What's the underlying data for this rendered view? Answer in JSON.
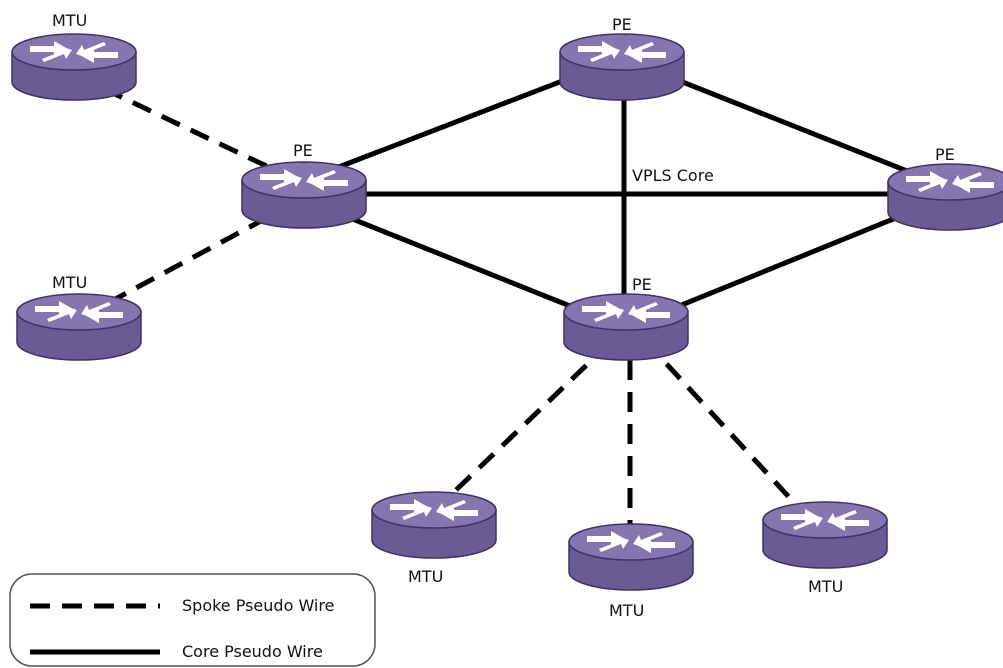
{
  "diagram": {
    "center_label": "VPLS Core",
    "routers": [
      {
        "id": "mtu-top-left",
        "label": "MTU",
        "role": "MTU"
      },
      {
        "id": "pe-left",
        "label": "PE",
        "role": "PE"
      },
      {
        "id": "mtu-mid-left",
        "label": "MTU",
        "role": "MTU"
      },
      {
        "id": "pe-top",
        "label": "PE",
        "role": "PE"
      },
      {
        "id": "pe-right",
        "label": "PE",
        "role": "PE"
      },
      {
        "id": "pe-bottom",
        "label": "PE",
        "role": "PE"
      },
      {
        "id": "mtu-bottom-left",
        "label": "MTU",
        "role": "MTU"
      },
      {
        "id": "mtu-bottom-center",
        "label": "MTU",
        "role": "MTU"
      },
      {
        "id": "mtu-bottom-right",
        "label": "MTU",
        "role": "MTU"
      }
    ],
    "links": [
      {
        "from": "pe-left",
        "to": "pe-top",
        "type": "core"
      },
      {
        "from": "pe-left",
        "to": "pe-right",
        "type": "core"
      },
      {
        "from": "pe-left",
        "to": "pe-bottom",
        "type": "core"
      },
      {
        "from": "pe-top",
        "to": "pe-right",
        "type": "core"
      },
      {
        "from": "pe-top",
        "to": "pe-bottom",
        "type": "core"
      },
      {
        "from": "pe-bottom",
        "to": "pe-right",
        "type": "core"
      },
      {
        "from": "mtu-top-left",
        "to": "pe-left",
        "type": "spoke"
      },
      {
        "from": "mtu-mid-left",
        "to": "pe-left",
        "type": "spoke"
      },
      {
        "from": "mtu-bottom-left",
        "to": "pe-bottom",
        "type": "spoke"
      },
      {
        "from": "mtu-bottom-center",
        "to": "pe-bottom",
        "type": "spoke"
      },
      {
        "from": "mtu-bottom-right",
        "to": "pe-bottom",
        "type": "spoke"
      }
    ]
  },
  "legend": {
    "spoke_label": "Spoke Pseudo Wire",
    "core_label": "Core Pseudo Wire"
  },
  "colors": {
    "router_body": "#6b5b95",
    "router_top": "#8576b0",
    "router_outline": "#3e3266",
    "router_arrows": "#ffffff",
    "line": "#000000"
  }
}
